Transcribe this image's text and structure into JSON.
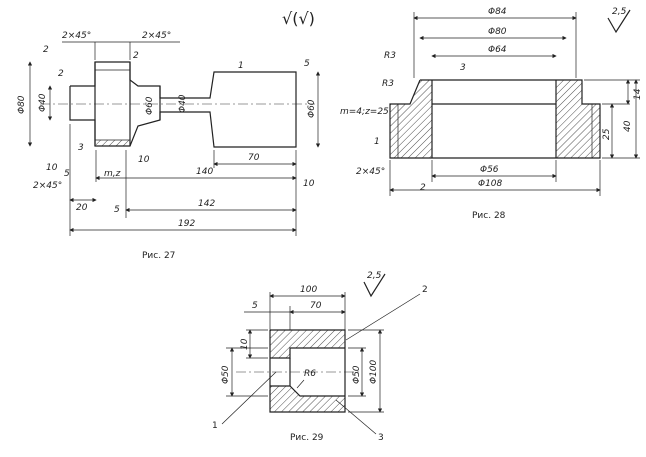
{
  "fig27": {
    "caption": "Рис. 27",
    "roughness_top": "√(√)",
    "chamfer_left": "2×45°",
    "chamfer_right": "2×45°",
    "rough_2a": "2",
    "rough_2b": "2",
    "rough_5": "5",
    "rough_5b": "5",
    "rough_10a": "10",
    "rough_10b": "10",
    "rough_10c": "10",
    "rough_5c": "5",
    "d80": "Φ80",
    "d40a": "Φ40",
    "d60a": "Φ60",
    "d40b": "Φ40",
    "d60b": "Φ60",
    "num1": "1",
    "num2": "2",
    "num3": "3",
    "mz": "m,z",
    "chamfer_bottom": "2×45°",
    "dim70": "70",
    "dim140": "140",
    "dim20": "20",
    "dim142": "142",
    "dim192": "192"
  },
  "fig28": {
    "caption": "Рис. 28",
    "rough": "2,5",
    "d84": "Φ84",
    "d80": "Φ80",
    "d64": "Φ64",
    "r3a": "R3",
    "r3b": "R3",
    "num3": "3",
    "mz": "m=4;z=25",
    "num1": "1",
    "num2": "2",
    "dim14": "14",
    "dim40": "40",
    "dim25": "25",
    "chamfer": "2×45°",
    "d56": "Φ56",
    "d108": "Φ108"
  },
  "fig29": {
    "caption": "Рис. 29",
    "rough": "2,5",
    "dim100": "100",
    "dim5": "5",
    "dim70": "70",
    "dim10": "10",
    "d50a": "Φ50",
    "r6": "R6",
    "d50b": "Φ50",
    "d100": "Φ100",
    "num1": "1",
    "num2": "2",
    "num3": "3"
  }
}
